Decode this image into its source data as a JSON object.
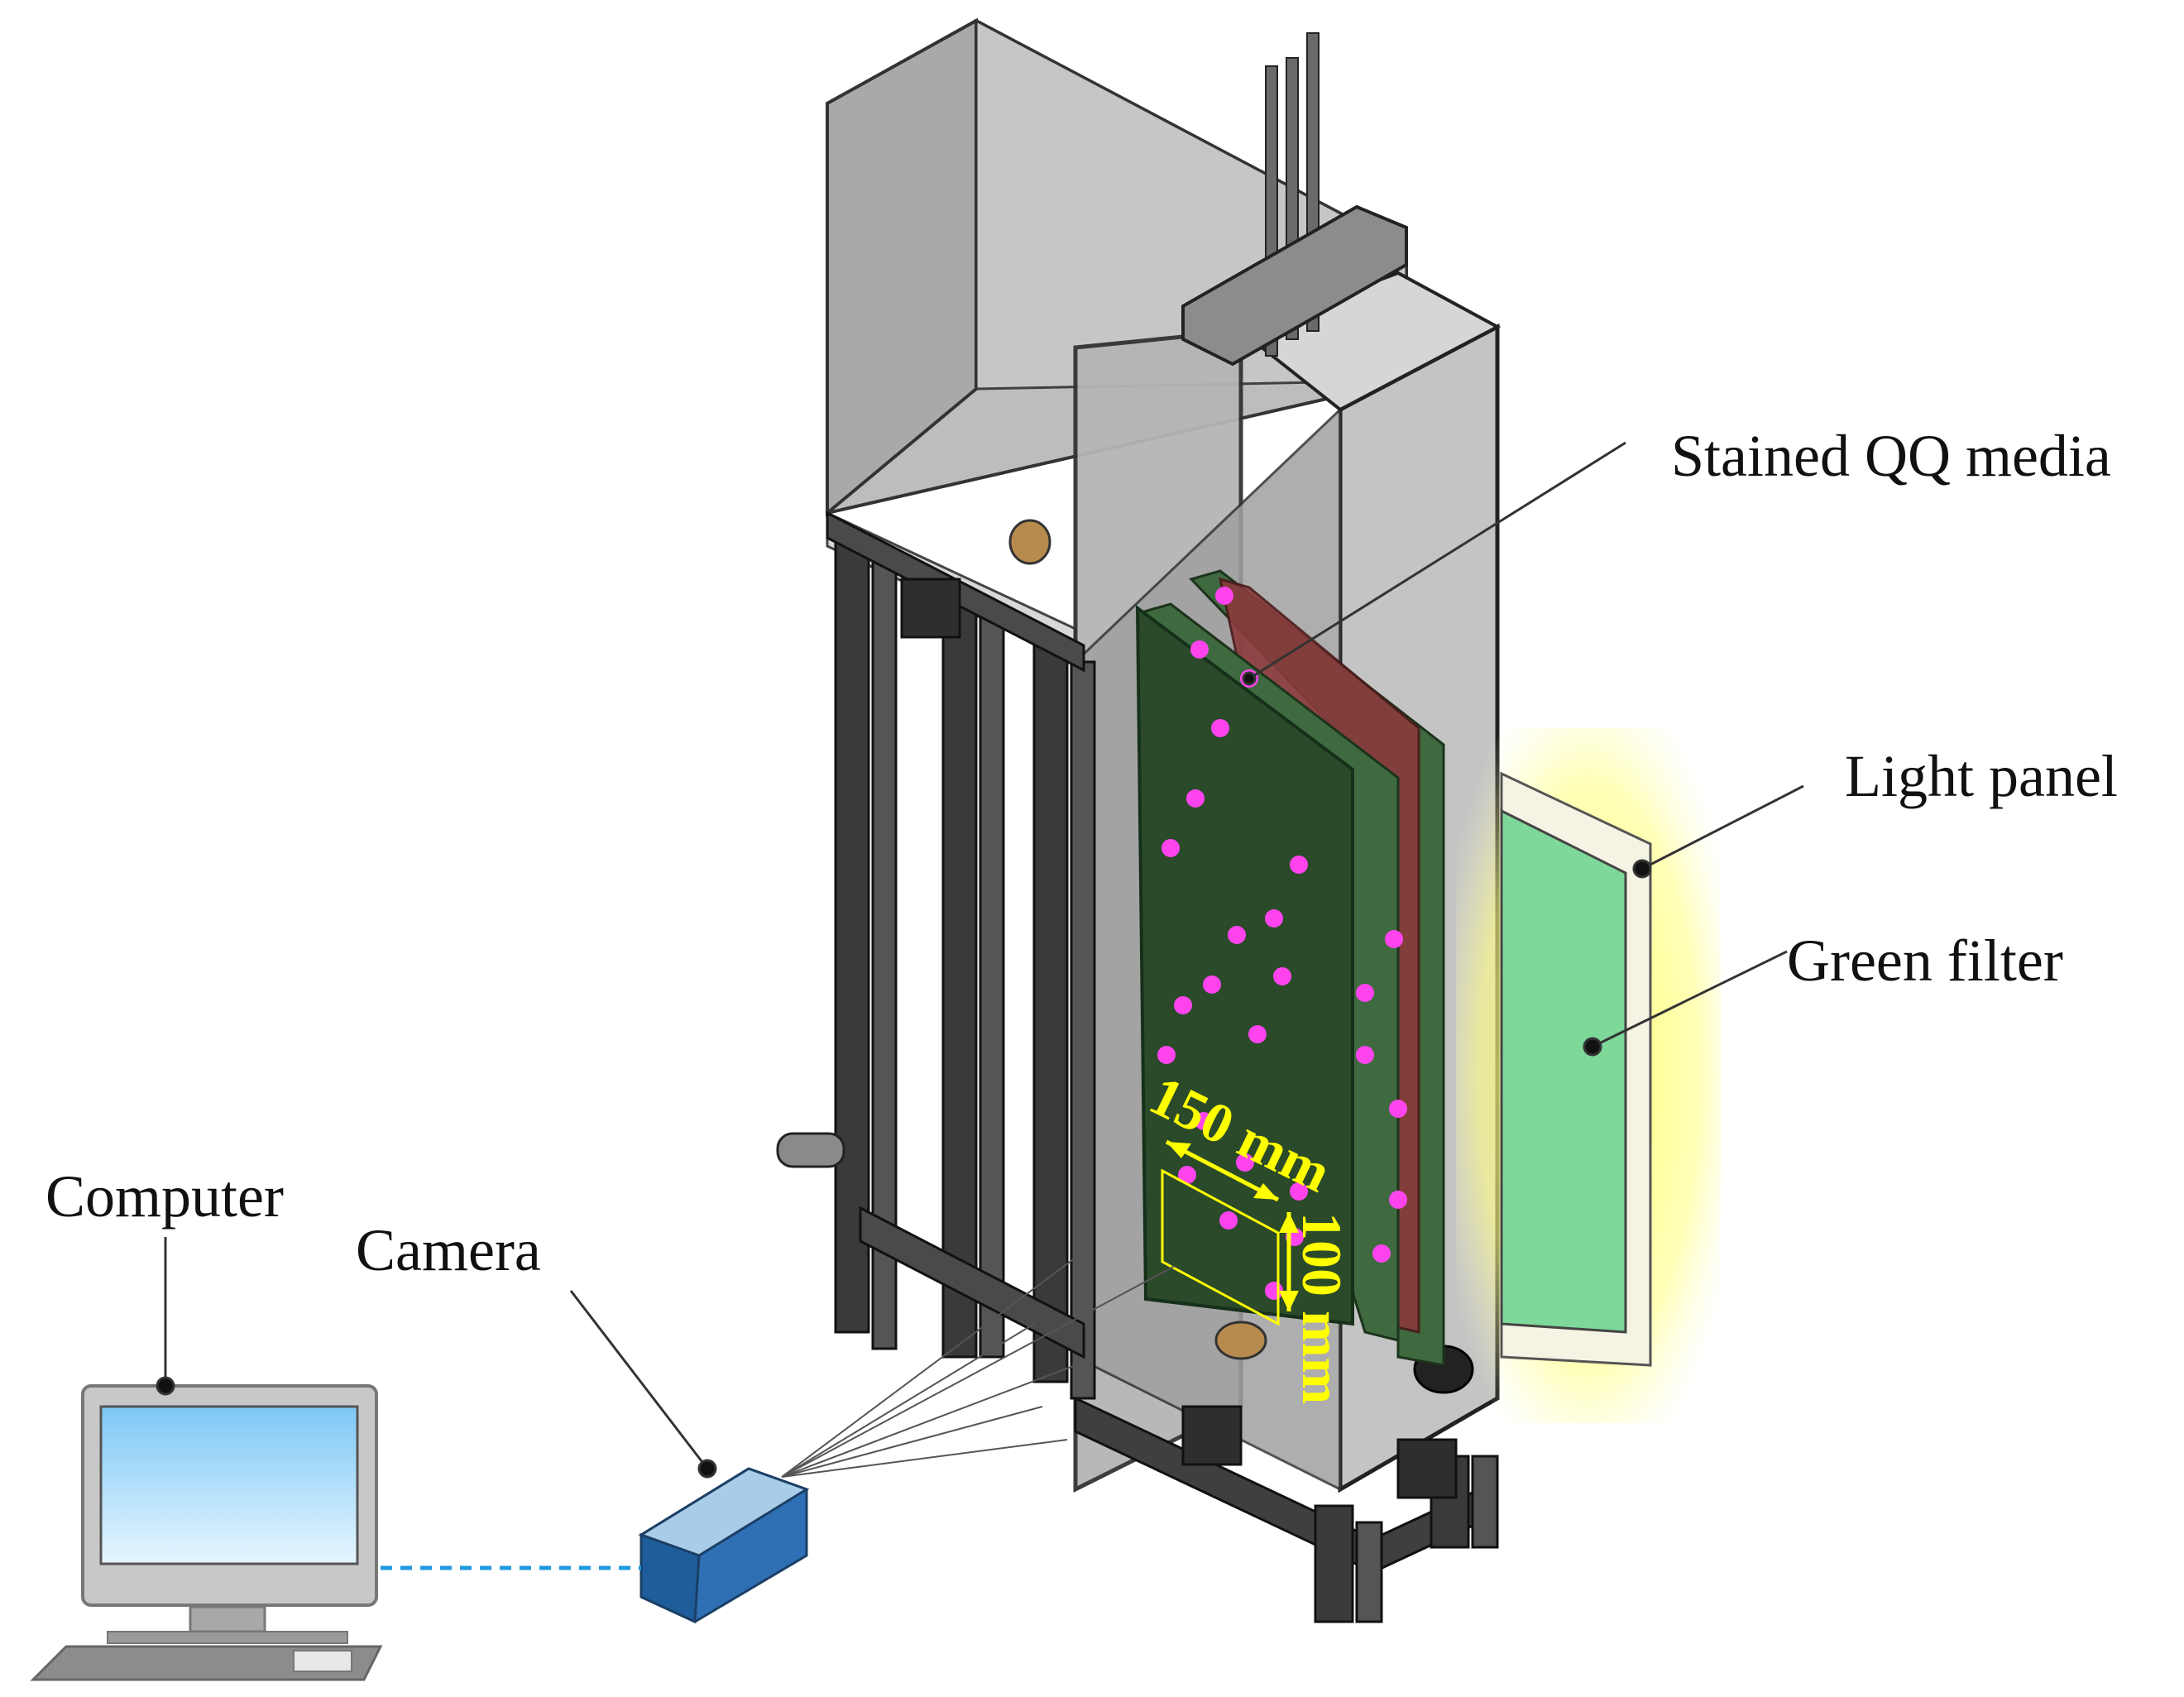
{
  "labels": {
    "stained_media": "Stained QQ media",
    "light_panel": "Light panel",
    "green_filter": "Green filter",
    "computer": "Computer",
    "camera": "Camera"
  },
  "dimensions": {
    "width_label": "150 mm",
    "height_label": "100 mm"
  },
  "colors": {
    "media_plate": "#2a4a2a",
    "bead": "#ff44ee",
    "filter": "#7dd89a",
    "glow": "#ffff66",
    "camera": "#4a8fd1",
    "dimension_text": "#ffff00",
    "cable": "#1f9ae0"
  },
  "icons": [
    "computer-icon",
    "camera-icon",
    "light-panel-icon",
    "reactor-frame-icon"
  ]
}
